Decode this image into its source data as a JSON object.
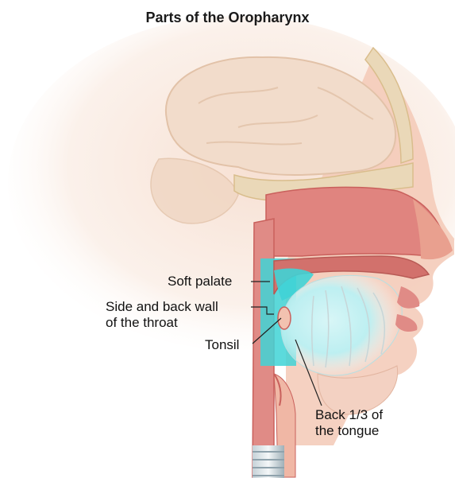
{
  "title": "Parts of the Oropharynx",
  "labels": {
    "soft_palate": "Soft palate",
    "side_back_wall_line1": "Side and back wall",
    "side_back_wall_line2": "of the throat",
    "tonsil": "Tonsil",
    "back_tongue_line1": "Back 1/3 of",
    "back_tongue_line2": "the tongue"
  },
  "colors": {
    "highlight": "#3fd3d6",
    "highlight_soft": "#aeeef0",
    "skin": "#f3c9b6",
    "tissue": "#e0847f",
    "bone": "#ead8b8",
    "brain": "#f2dccb"
  }
}
